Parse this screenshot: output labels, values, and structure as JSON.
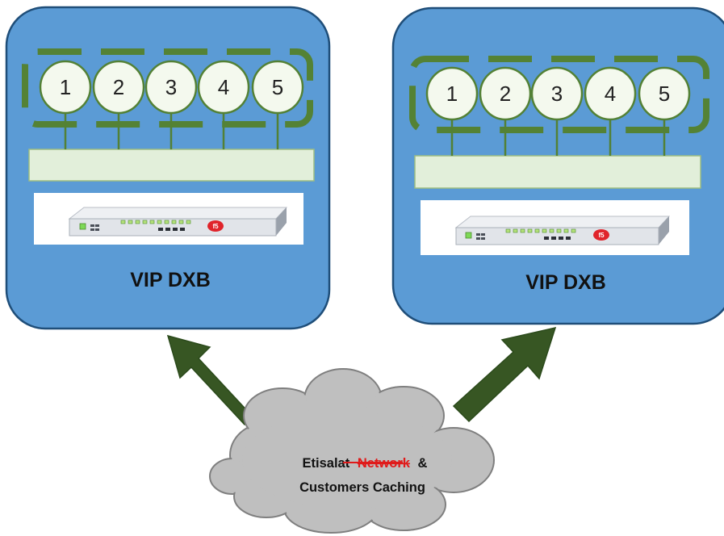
{
  "colors": {
    "panel_fill": "#5b9bd5",
    "panel_stroke": "#1f4e79",
    "cluster_dash": "#548235",
    "node_fill": "#f4f9ee",
    "node_stroke": "#538135",
    "switch_bar_fill": "#e2efda",
    "arrow_fill": "#375623",
    "cloud_fill": "#bfbfbf",
    "cloud_stroke": "#7f7f7f",
    "strike_text": "#e01b1b"
  },
  "panels": [
    {
      "label": "VIP DXB",
      "nodes": [
        "1",
        "2",
        "3",
        "4",
        "5"
      ],
      "device": {
        "logo": "f5",
        "icon": "load-balancer-appliance"
      }
    },
    {
      "label": "VIP DXB",
      "nodes": [
        "1",
        "2",
        "3",
        "4",
        "5"
      ],
      "device": {
        "logo": "f5",
        "icon": "load-balancer-appliance"
      }
    }
  ],
  "cloud": {
    "line1_part1": "Etisalat",
    "line1_strike": "Network",
    "line1_part2": "&",
    "line2": "Customers Caching",
    "icon": "cloud-icon"
  },
  "arrows": [
    {
      "icon": "arrow-up-left-icon"
    },
    {
      "icon": "arrow-up-right-icon"
    }
  ]
}
